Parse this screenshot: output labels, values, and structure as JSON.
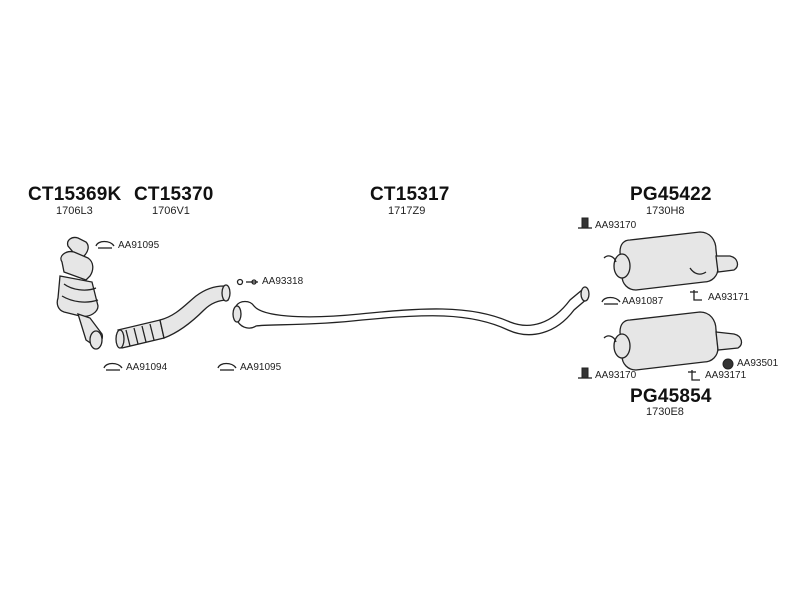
{
  "parts": {
    "cat_a": {
      "number": "CT15369K",
      "code": "1706L3"
    },
    "cat_b": {
      "number": "CT15370",
      "code": "1706V1"
    },
    "mid_pipe": {
      "number": "CT15317",
      "code": "1717Z9"
    },
    "rear_upper": {
      "number": "PG45422",
      "code": "1730H8"
    },
    "rear_lower": {
      "number": "PG45854",
      "code": "1730E8"
    }
  },
  "hardware": {
    "clamp_1": "AA91095",
    "clamp_2": "AA91094",
    "clamp_3": "AA91095",
    "bolt_1": "AA93318",
    "hanger_1": "AA93170",
    "clamp_4": "AA91087",
    "hanger_2": "AA93171",
    "hanger_3": "AA93170",
    "hanger_4": "AA93171",
    "ring_1": "AA93501"
  }
}
